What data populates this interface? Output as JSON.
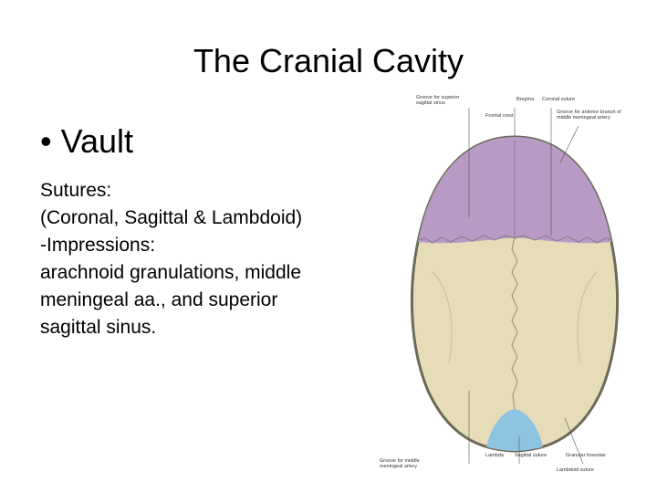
{
  "slide": {
    "title": "The Cranial Cavity",
    "bullet": "• Vault",
    "lines": [
      "Sutures:",
      "(Coronal, Sagittal & Lambdoid)",
      "-Impressions:",
      "arachnoid granulations, middle",
      "meningeal aa., and superior",
      "sagittal sinus."
    ]
  },
  "figure": {
    "labels": {
      "groove_superior_sagittal": "Groove for superior sagittal sinus",
      "frontal_crest": "Frontal crest",
      "bregma": "Bregma",
      "coronal_suture": "Coronal suture",
      "groove_anterior_branch": "Groove for anterior branch of middle meningeal artery",
      "groove_middle_meningeal": "Groove for middle meningeal artery",
      "lambda": "Lambda",
      "sagittal_suture": "Sagittal suture",
      "granular_foveolae": "Granular foveolae",
      "lambdoid_suture": "Lambdoid suture"
    },
    "colors": {
      "frontal_bone": "#b79bc4",
      "parietal_bone": "#e6dcb8",
      "occipital_bone": "#8ec3e2",
      "outline": "#6e6a5a"
    }
  }
}
